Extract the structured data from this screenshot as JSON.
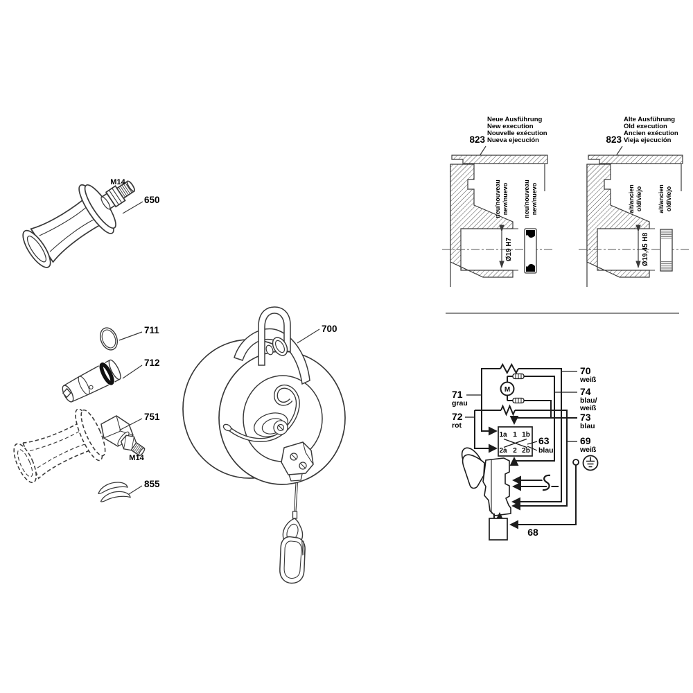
{
  "parts": {
    "handle_650": {
      "num": "650",
      "thread_label": "M14"
    },
    "oring_711": {
      "num": "711"
    },
    "adapter_712": {
      "num": "712"
    },
    "handle_751": {
      "num": "751",
      "thread_label": "M14"
    },
    "clip_855": {
      "num": "855"
    },
    "balancer_700": {
      "num": "700"
    }
  },
  "executions": {
    "new": {
      "part_num": "823",
      "l1": "Neue Ausführung",
      "l2": "New execution",
      "l3": "Nouvelle exécution",
      "l4": "Nueva ejecución",
      "dim": "Ø19 H7",
      "tag1": "neu/nouveau",
      "tag2": "new/nuevo"
    },
    "old": {
      "part_num": "823",
      "l1": "Alte Ausführung",
      "l2": "Old execution",
      "l3": "Ancien exécution",
      "l4": "Vieja ejecución",
      "dim": "Ø19,45 H8",
      "tag1": "alt/ancien",
      "tag2": "old/viejo"
    }
  },
  "wiring": {
    "motor": "M",
    "w70": {
      "num": "70",
      "color": "weiß"
    },
    "w71": {
      "num": "71",
      "color": "grau"
    },
    "w72": {
      "num": "72",
      "color": "rot"
    },
    "w73": {
      "num": "73",
      "color": "blau"
    },
    "w74": {
      "num": "74",
      "color1": "blau/",
      "color2": "weiß"
    },
    "w63": {
      "num": "63",
      "color": "blau"
    },
    "w69": {
      "num": "69",
      "color": "weiß"
    },
    "w68": {
      "num": "68"
    },
    "terminals": {
      "r1c1": "1a",
      "r1c2": "1",
      "r1c3": "1b",
      "r2c1": "2a",
      "r2c2": "2",
      "r2c3": "2b"
    }
  },
  "colors": {
    "line": "#3a3a3a",
    "wire": "#1c1c1c",
    "divider": "#8c8c8c"
  }
}
